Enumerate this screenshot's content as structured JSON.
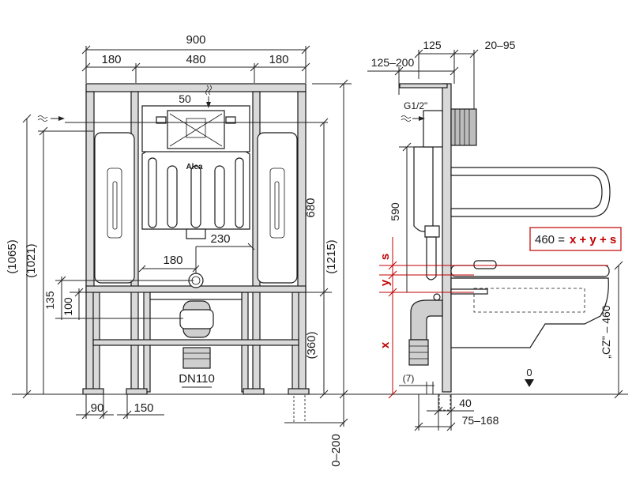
{
  "front_view": {
    "dimensions": {
      "total_width": "900",
      "left_side": "180",
      "middle": "480",
      "right_side": "180",
      "top_offset": "50",
      "flush_plate_offset": "230",
      "pipe_offset": "180",
      "height_1065": "(1065)",
      "height_1021": "(1021)",
      "height_135": "135",
      "height_100": "100",
      "height_680": "680",
      "height_1215": "(1215)",
      "height_360": "(360)",
      "bottom_90": "90",
      "bottom_150": "150",
      "bottom_range": "0–200"
    },
    "labels": {
      "drain": "DN110",
      "brand": "Alca"
    }
  },
  "side_view": {
    "dimensions": {
      "top_125": "125",
      "top_20_95": "20–95",
      "top_125_200": "125–200",
      "thread": "G1/2\"",
      "height_590": "590",
      "bottom_7": "(7)",
      "bottom_40": "40",
      "bottom_75_168": "75–168",
      "floor_zero": "0"
    },
    "formula": {
      "prefix": "460 =",
      "expression": "x + y + s"
    },
    "variables": {
      "s": "s",
      "y": "y",
      "x": "x"
    },
    "cz_label": "„CZ\" – 460"
  },
  "colors": {
    "accent_red": "#c00000",
    "frame_gray": "#d9d9d9",
    "line": "#1a1a1a"
  }
}
